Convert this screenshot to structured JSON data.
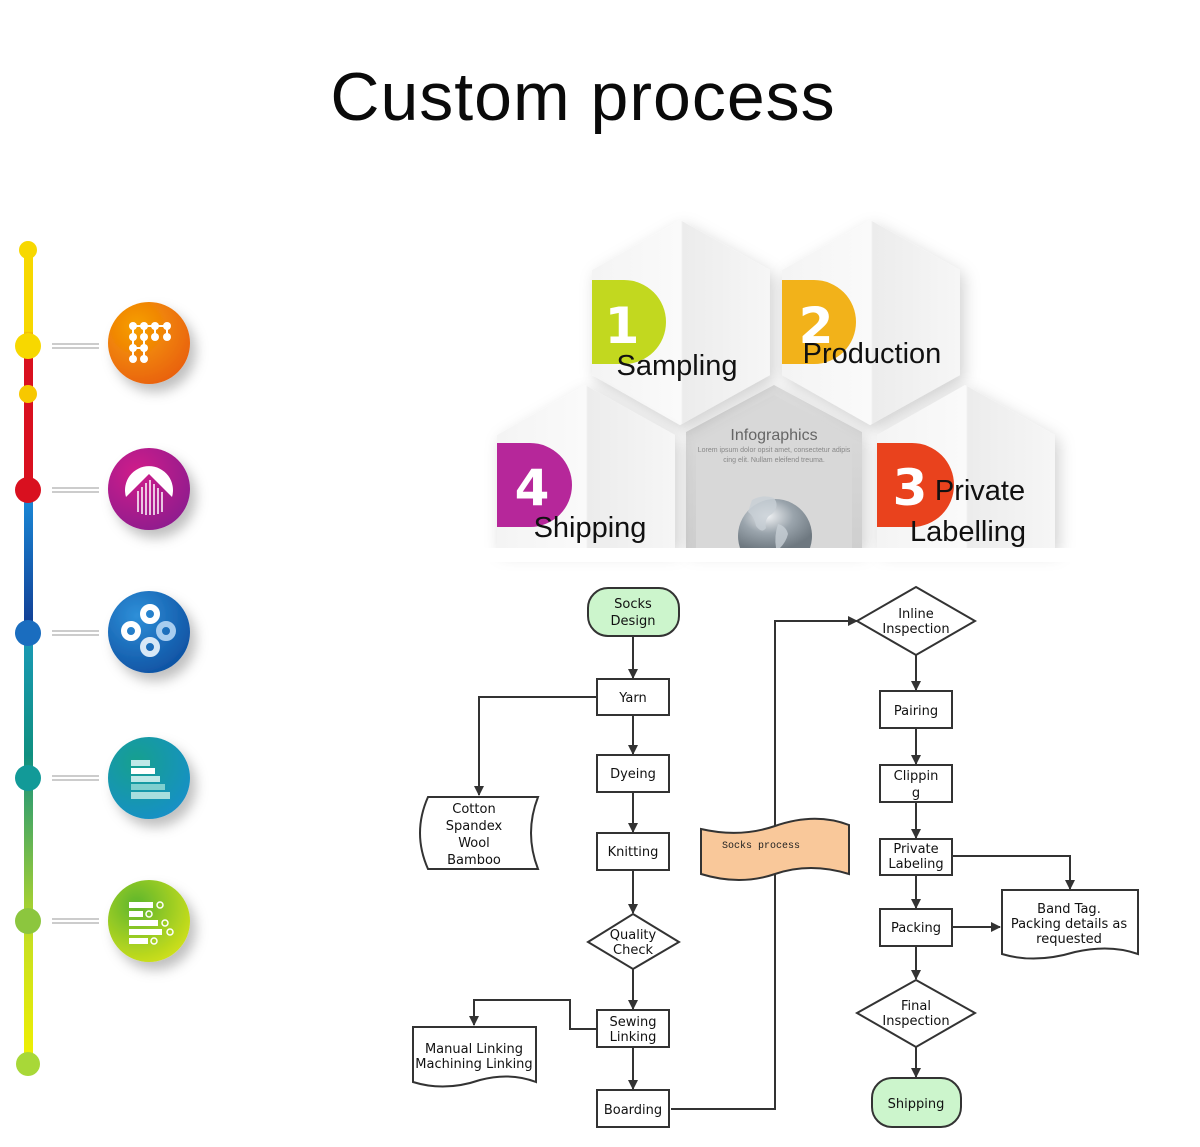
{
  "title": "Custom process",
  "timeline": {
    "colors": {
      "yellow": "#f7d800",
      "red": "#d9101f",
      "blue": "#1a6dbf",
      "teal": "#129a98",
      "green": "#8cc63e"
    },
    "icons": [
      {
        "name": "dot-grid-icon",
        "colors": [
          "#f6a000",
          "#e85d10"
        ]
      },
      {
        "name": "dome-icon",
        "colors": [
          "#d01a8a",
          "#8b1a8e"
        ]
      },
      {
        "name": "rings-icon",
        "colors": [
          "#2e8fd8",
          "#0d4fa0"
        ]
      },
      {
        "name": "staircase-icon",
        "colors": [
          "#13a08e",
          "#1a8fc9"
        ]
      },
      {
        "name": "bar-matrix-icon",
        "colors": [
          "#d5e21a",
          "#5db52e"
        ]
      }
    ]
  },
  "hexagons": {
    "center": {
      "title": "Infographics",
      "text_line1": "Lorem ipsum dolor opsit amet, consectetur adipis",
      "text_line2": "cing elit. Nullam eleifend treuma."
    },
    "steps": [
      {
        "number": "1",
        "label": "Sampling",
        "color": "#c2d81f"
      },
      {
        "number": "2",
        "label": "Production",
        "color": "#f2b21a"
      },
      {
        "number": "3",
        "label_line1": "Private",
        "label_line2": "Labelling",
        "color": "#e9421d"
      },
      {
        "number": "4",
        "label": "Shipping",
        "color": "#b6279a"
      }
    ]
  },
  "flowchart": {
    "colors": {
      "terminal": "#ccf5cc",
      "tape": "#f9c89a",
      "stroke": "#333333"
    },
    "socks_design": [
      "Socks",
      "Design"
    ],
    "yarn": "Yarn",
    "materials": [
      "Cotton",
      "Spandex",
      "Wool",
      "Bamboo"
    ],
    "dyeing": "Dyeing",
    "knitting": "Knitting",
    "quality_check": [
      "Quality",
      "Check"
    ],
    "sewing_linking": [
      "Sewing",
      "Linking"
    ],
    "linking_types": [
      "Manual Linking",
      "Machining Linking"
    ],
    "boarding": "Boarding",
    "socks_process": "Socks process",
    "inline_inspection": [
      "Inline",
      "Inspection"
    ],
    "pairing": "Pairing",
    "clipping": [
      "Clippin",
      "g"
    ],
    "private_labeling": [
      "Private",
      "Labeling"
    ],
    "packing": "Packing",
    "band_tag": [
      "Band Tag.",
      "Packing details as",
      "requested"
    ],
    "final_inspection": [
      "Final",
      "Inspection"
    ],
    "shipping": "Shipping"
  }
}
